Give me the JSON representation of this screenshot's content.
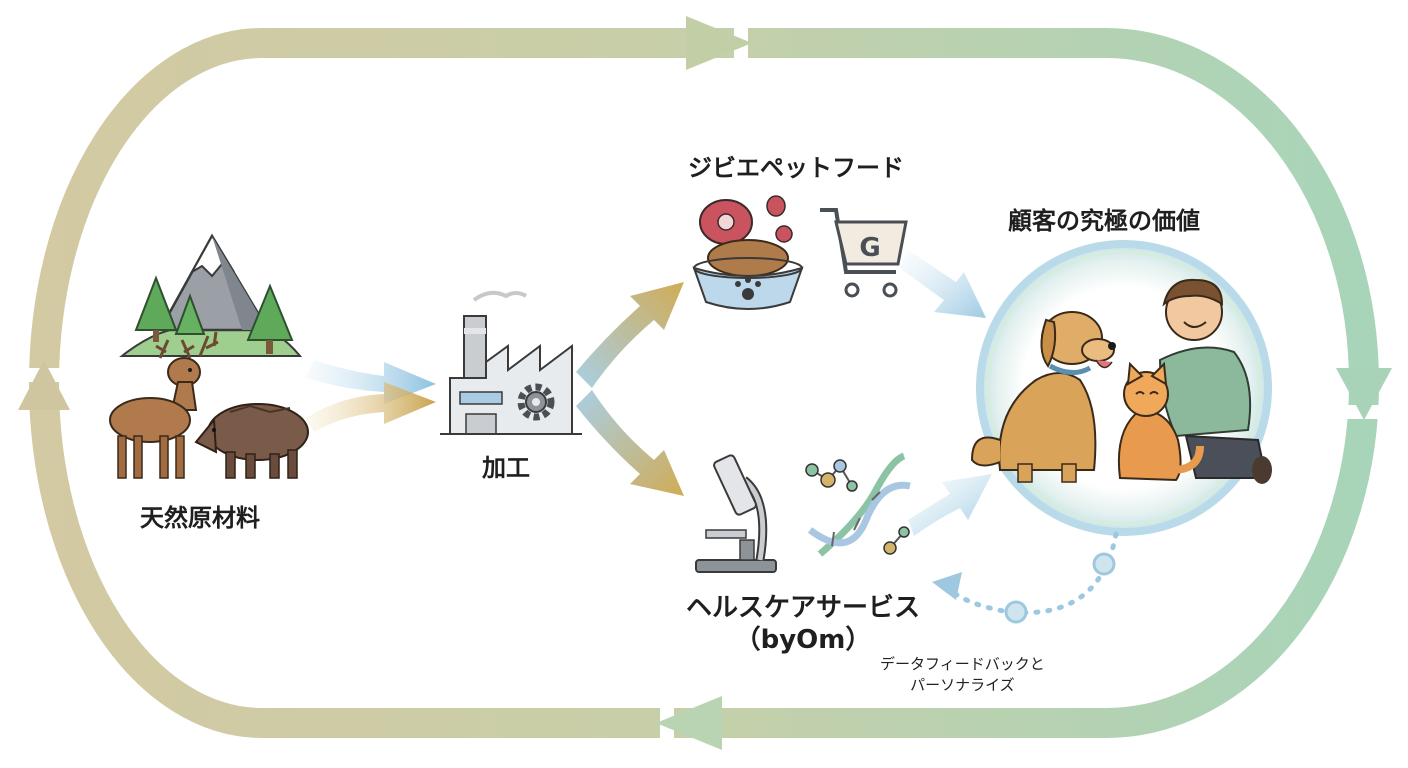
{
  "nodes": {
    "raw_materials": {
      "label": "天然原材料"
    },
    "processing": {
      "label": "加工"
    },
    "pet_food": {
      "label": "ジビエペットフード"
    },
    "healthcare": {
      "label": "ヘルスケアサービス",
      "sublabel": "（byOm）"
    },
    "customer_value": {
      "label": "顧客の究極の価値"
    }
  },
  "feedback": {
    "line1": "データフィードバックと",
    "line2": "パーソナライズ"
  },
  "icons": {
    "cart_letter": "G",
    "names": [
      "mountain-forest-icon",
      "deer-icon",
      "boar-icon",
      "factory-icon",
      "gear-icon",
      "meat-icon",
      "pet-food-bowl-icon",
      "shopping-cart-icon",
      "microscope-icon",
      "dna-icon",
      "dog-icon",
      "cat-icon",
      "person-icon"
    ]
  },
  "colors": {
    "loop_left": "#cfc6a0",
    "loop_right": "#a9d3b8",
    "flow_blue": "#a9cfe6",
    "flow_gold": "#d4b36a",
    "text": "#1f1f1f"
  }
}
